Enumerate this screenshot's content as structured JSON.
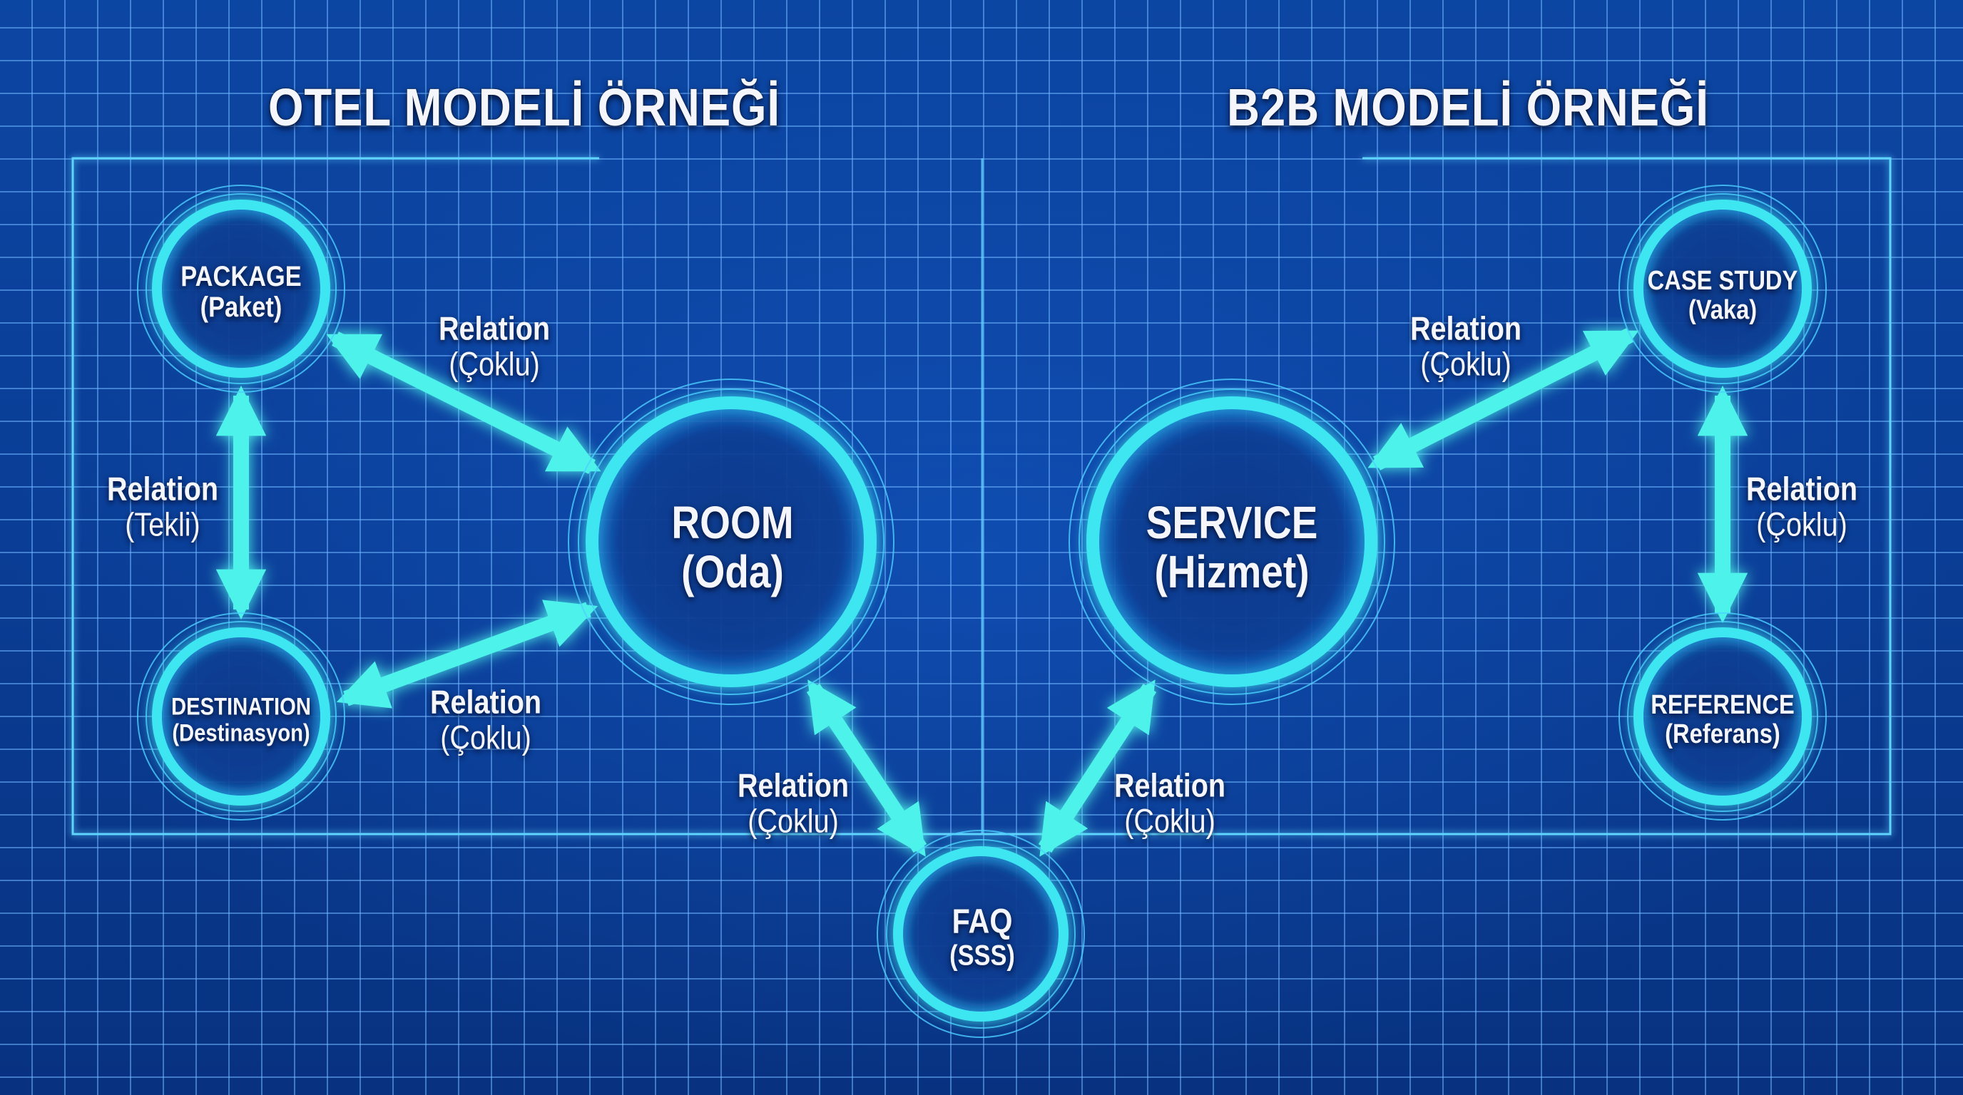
{
  "titles": {
    "left": "OTEL MODELİ ÖRNEĞİ",
    "right": "B2B MODELİ ÖRNEĞİ"
  },
  "colors": {
    "background": "#0a3d95",
    "grid_line": "#6eb4ff",
    "node_ring": "#3ee6f0",
    "arrow": "#4ef2ea",
    "text": "#f4f6fb"
  },
  "nodes": {
    "package": {
      "name": "PACKAGE",
      "translation": "(Paket)"
    },
    "destination": {
      "name": "DESTINATION",
      "translation": "(Destinasyon)"
    },
    "room": {
      "name": "ROOM",
      "translation": "(Oda)"
    },
    "service": {
      "name": "SERVICE",
      "translation": "(Hizmet)"
    },
    "case_study": {
      "name": "CASE STUDY",
      "translation": "(Vaka)"
    },
    "reference": {
      "name": "REFERENCE",
      "translation": "(Referans)"
    },
    "faq": {
      "name": "FAQ",
      "translation": "(SSS)"
    }
  },
  "relations": {
    "package_room": {
      "label": "Relation",
      "type": "(Çoklu)"
    },
    "package_destination": {
      "label": "Relation",
      "type": "(Tekli)"
    },
    "destination_room": {
      "label": "Relation",
      "type": "(Çoklu)"
    },
    "room_faq": {
      "label": "Relation",
      "type": "(Çoklu)"
    },
    "service_faq": {
      "label": "Relation",
      "type": "(Çoklu)"
    },
    "service_case_study": {
      "label": "Relation",
      "type": "(Çoklu)"
    },
    "case_study_reference": {
      "label": "Relation",
      "type": "(Çoklu)"
    }
  }
}
